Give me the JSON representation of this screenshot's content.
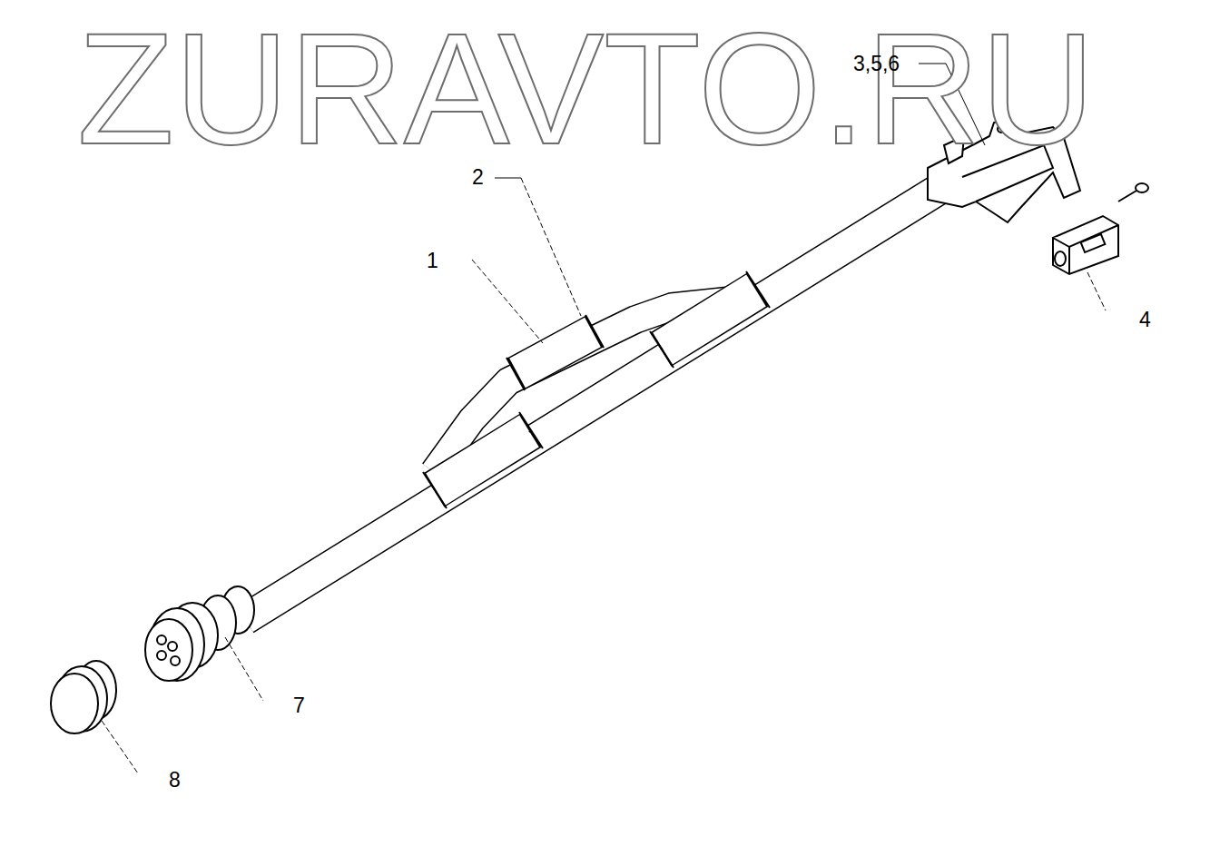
{
  "diagram": {
    "labels": [
      "ZURAVTO.RU",
      "2",
      "1",
      "3,5,6",
      "4",
      "7",
      "8"
    ]
  }
}
